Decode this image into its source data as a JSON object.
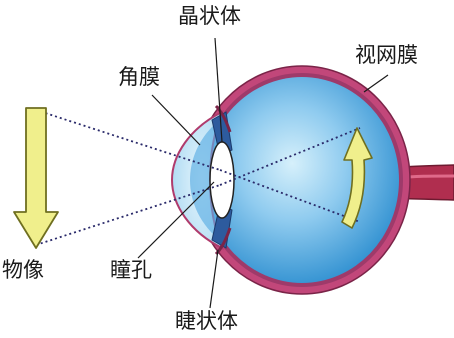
{
  "labels": {
    "lens": "晶状体",
    "retina": "视网膜",
    "cornea": "角膜",
    "object": "物像",
    "pupil": "瞳孔",
    "ciliary_body": "睫状体"
  },
  "colors": {
    "sclera": "#c2477a",
    "eyeball_inner": "#3f9ed8",
    "eyeball_light": "#c5e8f7",
    "cornea_fill": "#d7eef9",
    "iris": "#2d5b9e",
    "lens_fill": "#ffffff",
    "optic_nerve": "#b02e4f",
    "arrow_fill": "#f0ef8c",
    "arrow_stroke": "#8a8a2e",
    "ray_color": "#2a2a6a"
  }
}
